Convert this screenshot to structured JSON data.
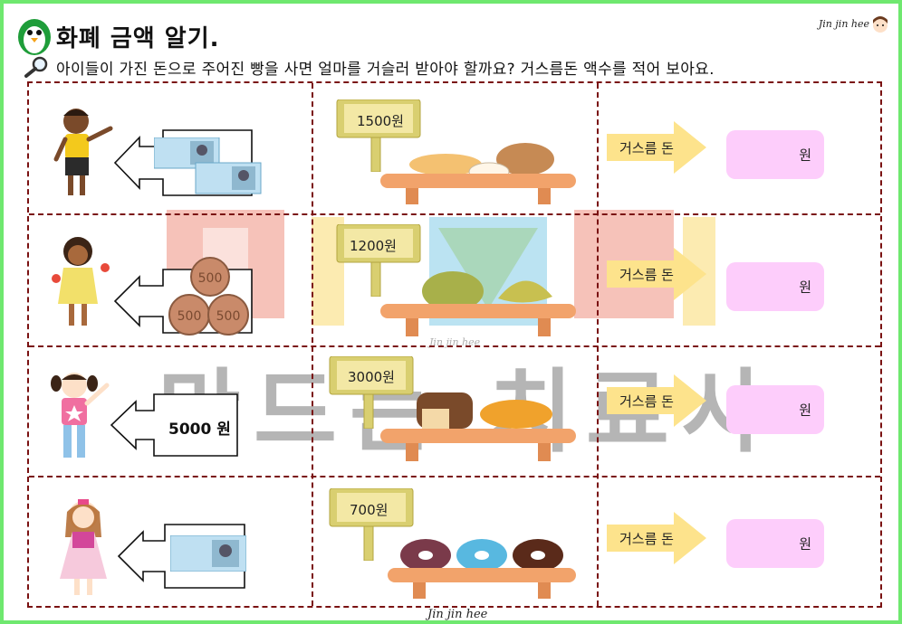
{
  "header": {
    "title": "화폐 금액 알기.",
    "instruction": "아이들이 가진 돈으로 주어진 빵을 사면 얼마를 거슬러 받아야 할까요? 거스름돈 액수를 적어 보아요.",
    "author_top": "Jin jin hee",
    "author_bottom": "Jin jin hee"
  },
  "watermark": {
    "text": "만드는 치료사",
    "small": "Jin jin hee"
  },
  "rows": [
    {
      "money_label": "",
      "money_type": "two-1000-won-bills",
      "price": "1500원",
      "bread": "loaf-and-sliced-bread",
      "change_label": "거스름 돈",
      "unit": "원"
    },
    {
      "money_label": "",
      "money_type": "three-500-won-coins",
      "price": "1200원",
      "bread": "melon-bread-and-croissant",
      "change_label": "거스름 돈",
      "unit": "원"
    },
    {
      "money_label": "5000 원",
      "money_type": "text",
      "price": "3000원",
      "bread": "brown-loaf-and-baguette",
      "change_label": "거스름 돈",
      "unit": "원"
    },
    {
      "money_label": "",
      "money_type": "one-1000-won-bill",
      "price": "700원",
      "bread": "three-donuts",
      "change_label": "거스름 돈",
      "unit": "원"
    }
  ],
  "colors": {
    "border_green": "#6fe86f",
    "dash_red": "#7a1212",
    "answer_pink": "#fdcdfb",
    "arrow_yellow": "#fde38c"
  }
}
